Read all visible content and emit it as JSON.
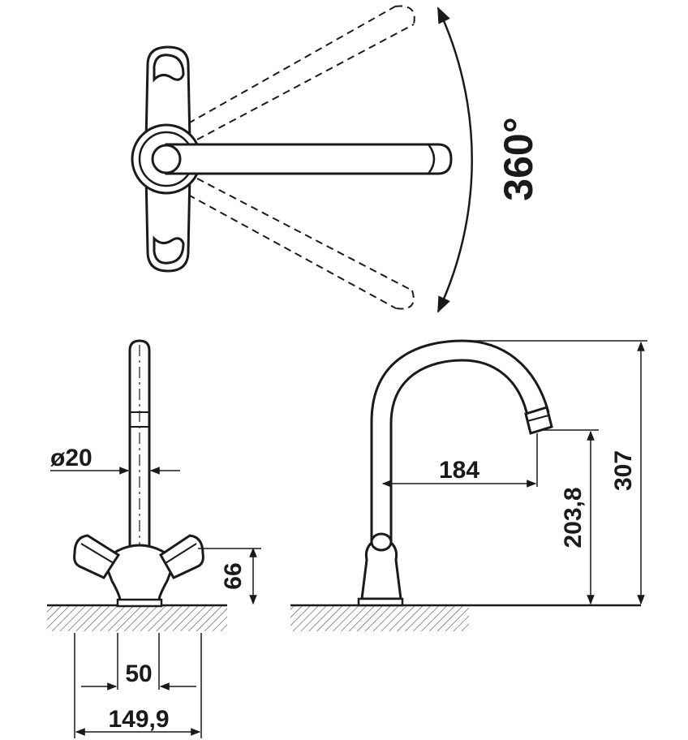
{
  "dimensions": {
    "rotation": "360°",
    "spout_diameter": "ø20",
    "handle_height": "66",
    "spacing": "50",
    "base_width": "149,9",
    "reach": "184",
    "outlet_height": "203,8",
    "total_height": "307"
  },
  "colors": {
    "line": "#1a1a1a",
    "background": "#ffffff"
  }
}
